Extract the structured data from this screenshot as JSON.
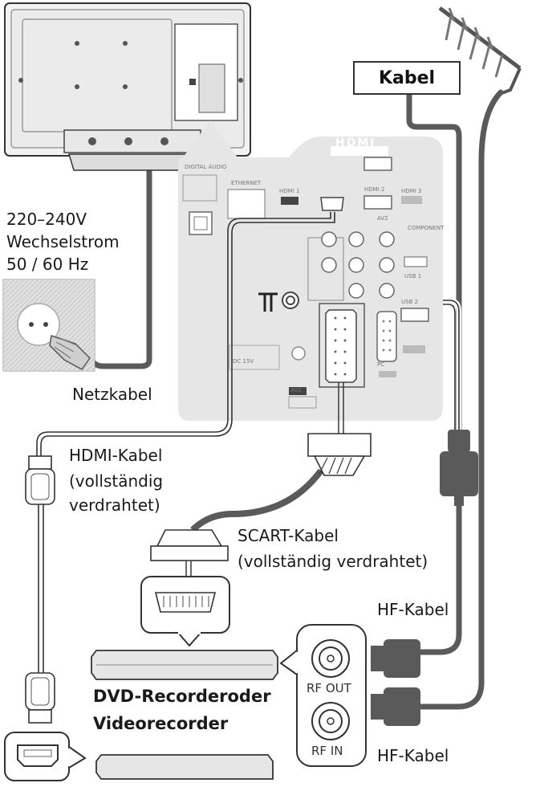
{
  "labels": {
    "kabel": "Kabel",
    "power_spec_1": "220–240V",
    "power_spec_2": "Wechselstrom",
    "power_spec_3": "50 / 60 Hz",
    "netzkabel": "Netzkabel",
    "hdmi_kabel_1": "HDMI-Kabel",
    "hdmi_kabel_2": "(vollständig",
    "hdmi_kabel_3": "verdrahtet)",
    "scart_kabel_1": "SCART-Kabel",
    "scart_kabel_2": "(vollständig verdrahtet)",
    "hf_kabel_top": "HF-Kabel",
    "hf_kabel_bottom": "HF-Kabel",
    "recorder_1": "DVD-Recorderoder",
    "recorder_2": "Videorecorder",
    "rf_out": "RF OUT",
    "rf_in": "RF IN",
    "hdmi_logo": "HDMI"
  },
  "colors": {
    "cable": "#5a5a5a",
    "panel": "#e6e6e6",
    "outline": "#333333"
  }
}
